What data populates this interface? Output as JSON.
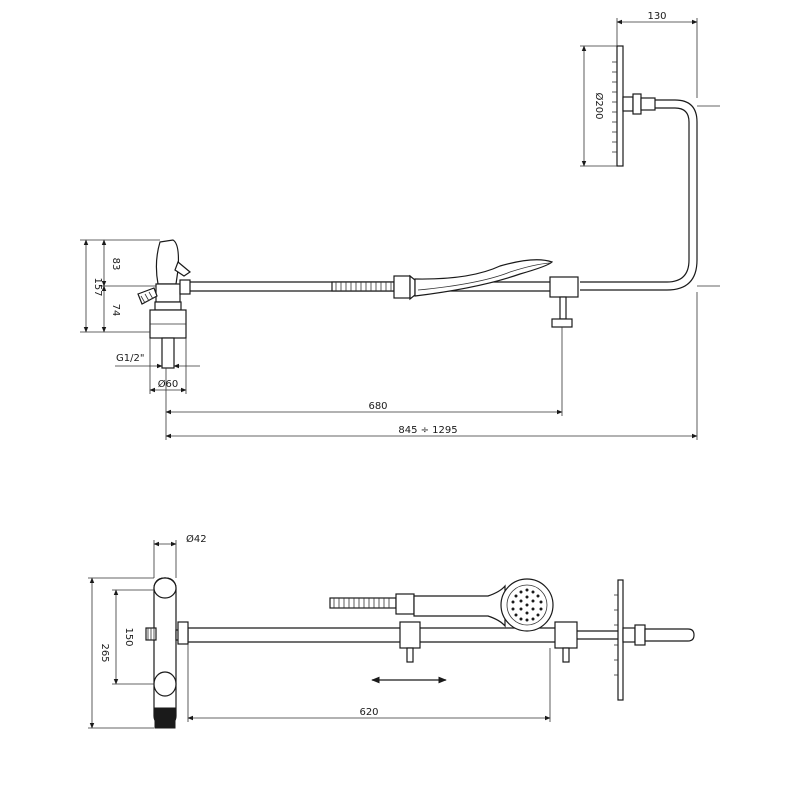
{
  "top_view": {
    "dim_shower_head_projection": "130",
    "dim_shower_head_diameter": "Ø200",
    "dim_mixer_upper_height": "83",
    "dim_mixer_total_height": "157",
    "dim_mixer_lower_height": "74",
    "dim_inlet_thread": "G1/2\"",
    "dim_inlet_diameter": "Ø60",
    "dim_rail_length": "680",
    "dim_total_height_range": "845 ÷ 1295"
  },
  "bottom_view": {
    "dim_body_diameter": "Ø42",
    "dim_inlet_centers": "150",
    "dim_body_height": "265",
    "dim_slider_travel": "620"
  }
}
